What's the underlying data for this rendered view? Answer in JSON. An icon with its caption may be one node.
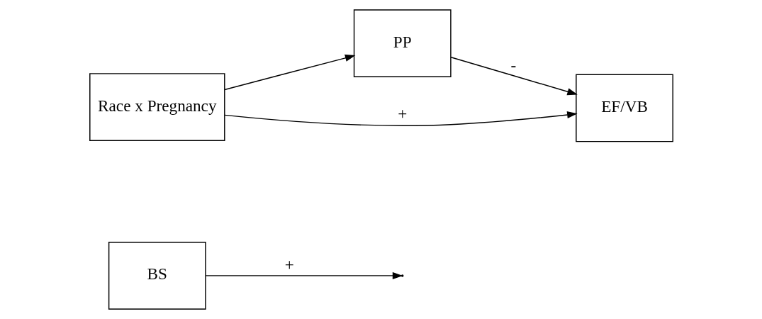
{
  "diagram": {
    "nodes": [
      {
        "text": [
          "BS"
        ]
      },
      {
        "text": [
          "PP"
        ]
      },
      {
        "text": [
          "Race x Pregnancy"
        ]
      },
      {
        "text": [
          "EF/VB"
        ]
      }
    ],
    "edges": [
      {
        "from": 2,
        "to": 1,
        "arrow": "to"
      },
      {
        "from": 0,
        "to": null,
        "arrow": "to",
        "label": "+"
      },
      {
        "from": 1,
        "to": 3,
        "arrow": "to",
        "label": "-"
      },
      {
        "from": 2,
        "to": 3,
        "arrow": "to",
        "label": "+"
      }
    ]
  }
}
